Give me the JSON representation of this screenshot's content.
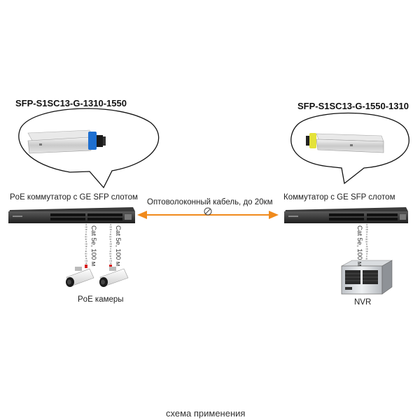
{
  "left_module": {
    "title": "SFP-S1SC13-G-1310-1550",
    "connector_color": "#1e6fd0"
  },
  "right_module": {
    "title": "SFP-S1SC13-G-1550-1310",
    "connector_color": "#e4e23a"
  },
  "left_switch": {
    "label": "PoE коммутатор с GE SFP слотом"
  },
  "right_switch": {
    "label": "Коммутатор с GE SFP слотом"
  },
  "link": {
    "label": "Оптоволоконный кабель, до 20км",
    "color": "#f08a1c"
  },
  "cable_left_1": {
    "label": "Cat 5e, 100 м"
  },
  "cable_left_2": {
    "label": "Cat 5e, 100 м"
  },
  "cable_right": {
    "label": "Cat 5e, 100 м"
  },
  "cameras": {
    "label": "PoE камеры"
  },
  "nvr": {
    "label": "NVR"
  },
  "caption": {
    "text": "схема применения"
  }
}
